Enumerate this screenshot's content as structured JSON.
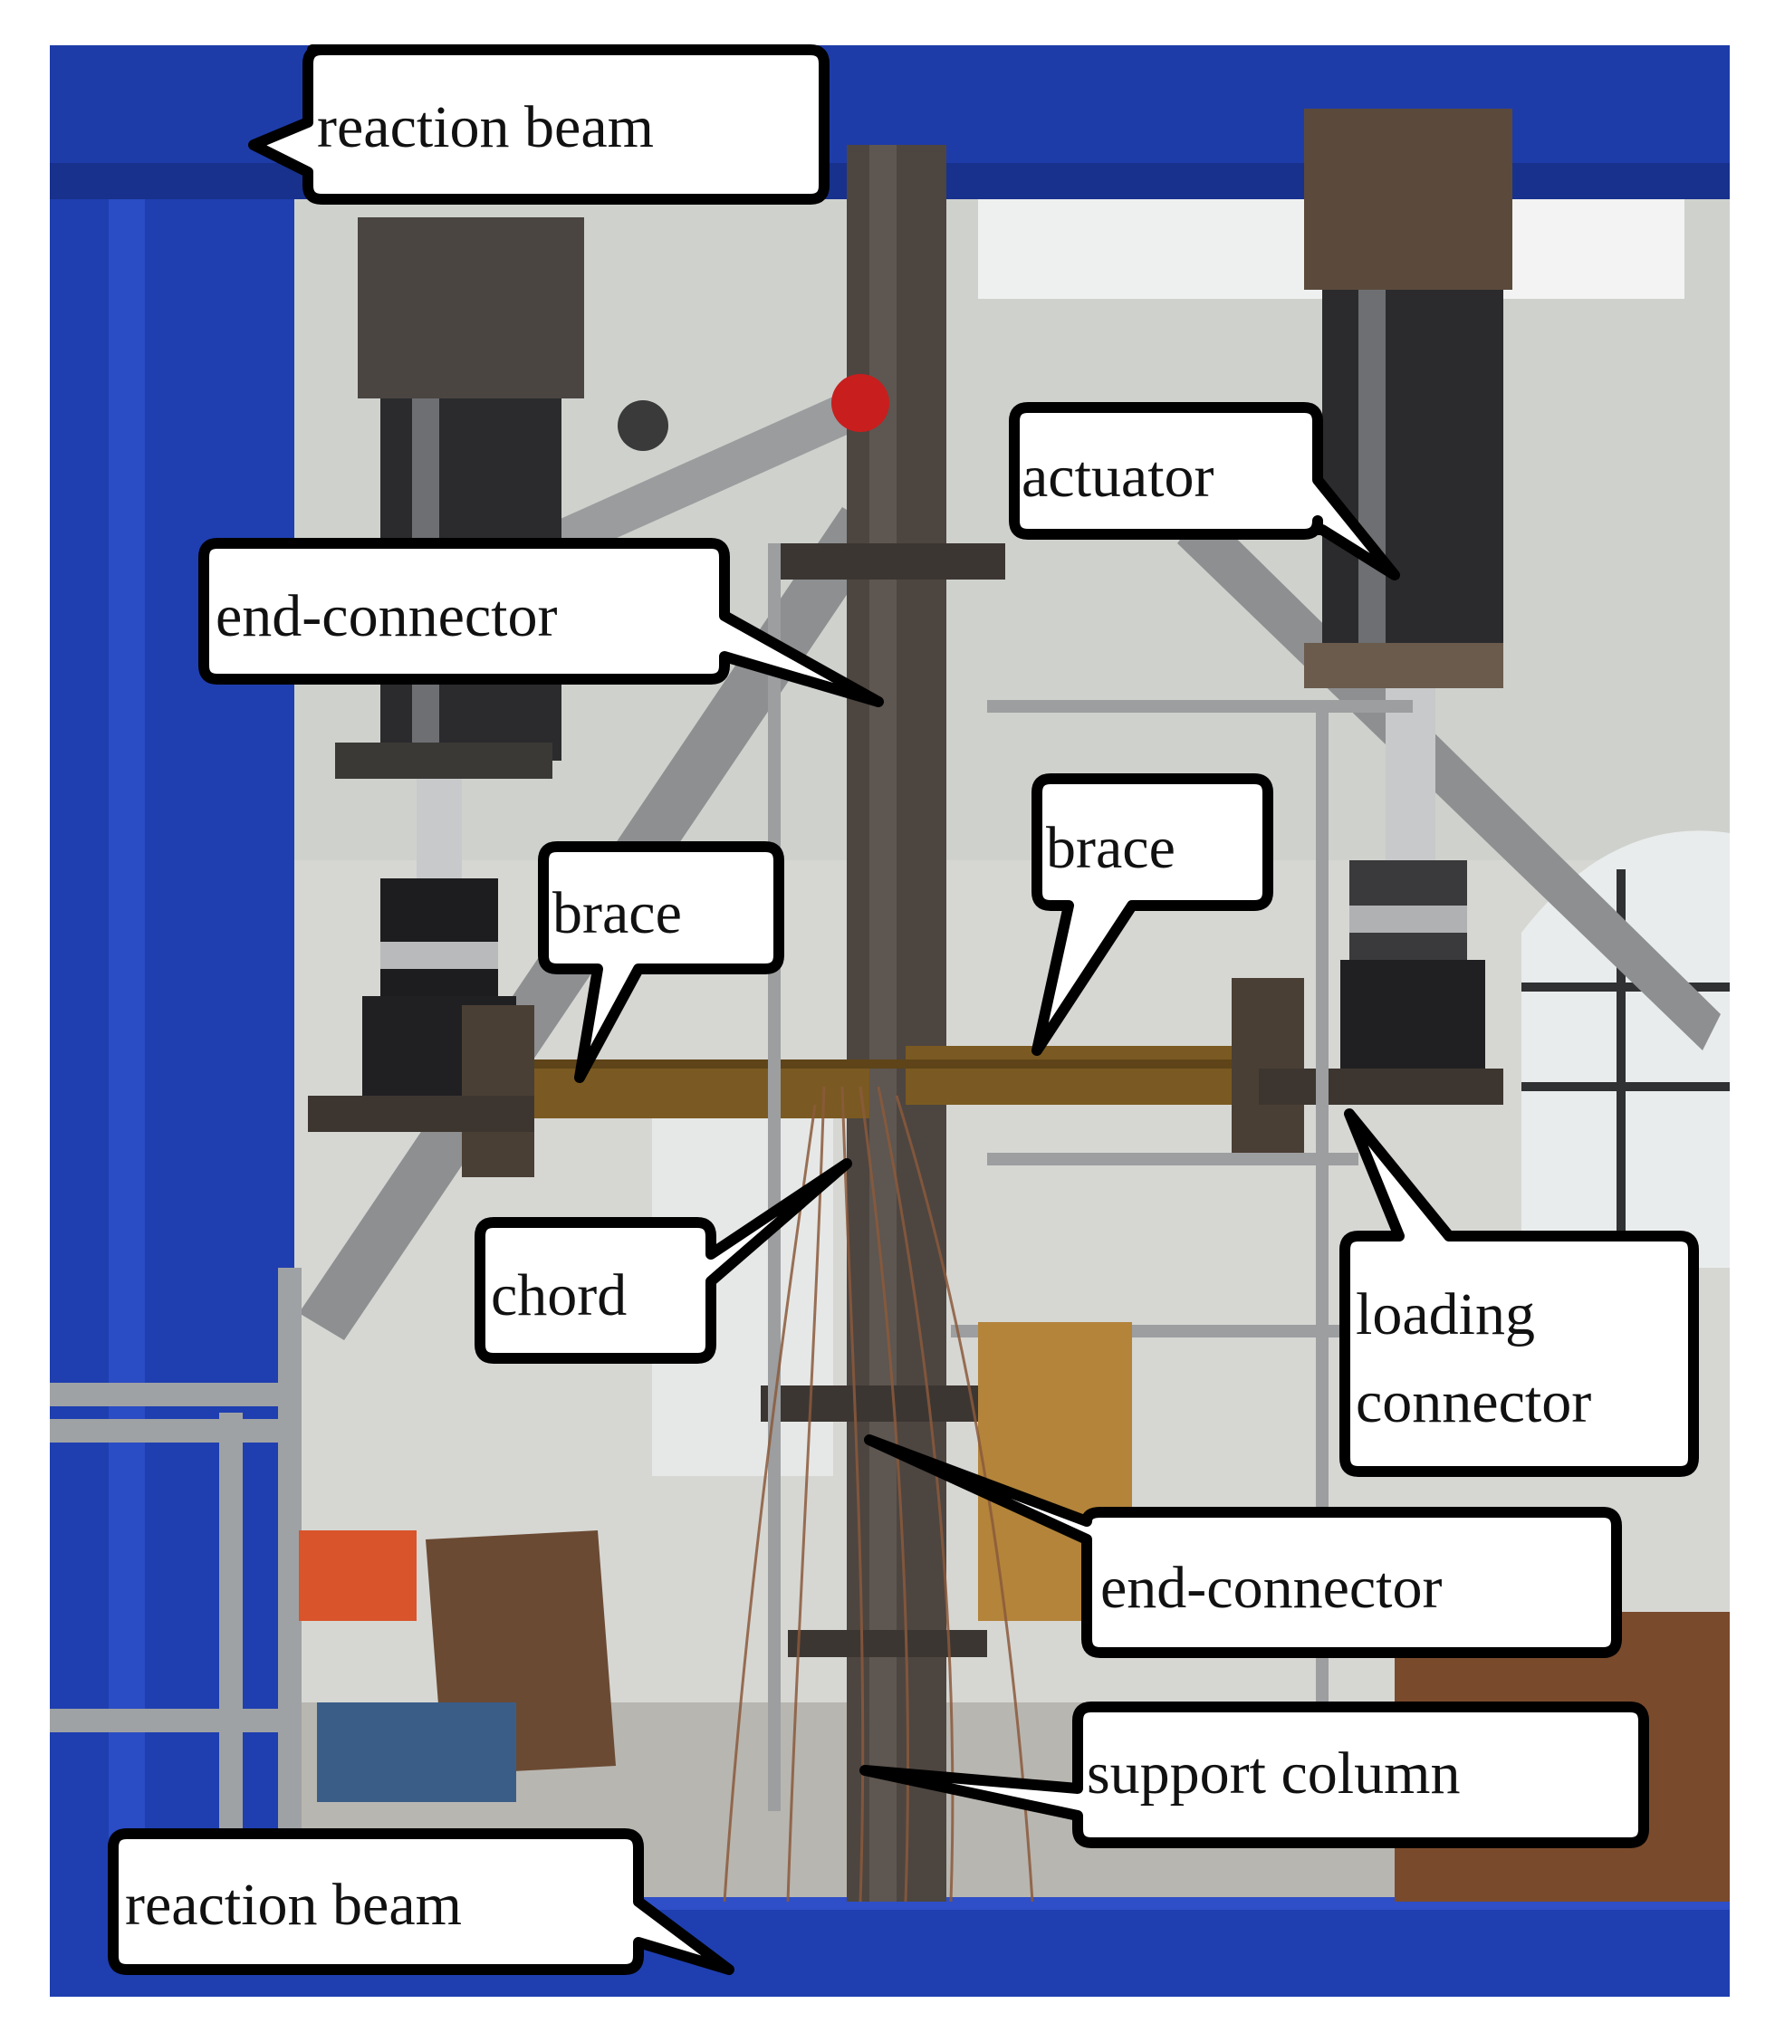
{
  "photo": {
    "description_colors": {
      "frame_blue": "#1f3fb0",
      "steel_dark": "#4a4038",
      "brace_rust": "#7a5a22",
      "wall_light": "#d9dad6",
      "floor_grey": "#b5b3ad"
    }
  },
  "labels": {
    "reaction_beam_top": "reaction beam",
    "actuator": "actuator",
    "end_connector_upper": "end-connector",
    "brace_left": "brace",
    "brace_right": "brace",
    "chord": "chord",
    "loading_connector_line1": "loading",
    "loading_connector_line2": "connector",
    "end_connector_lower": "end-connector",
    "support_column": "support column",
    "reaction_beam_bottom": "reaction beam"
  }
}
